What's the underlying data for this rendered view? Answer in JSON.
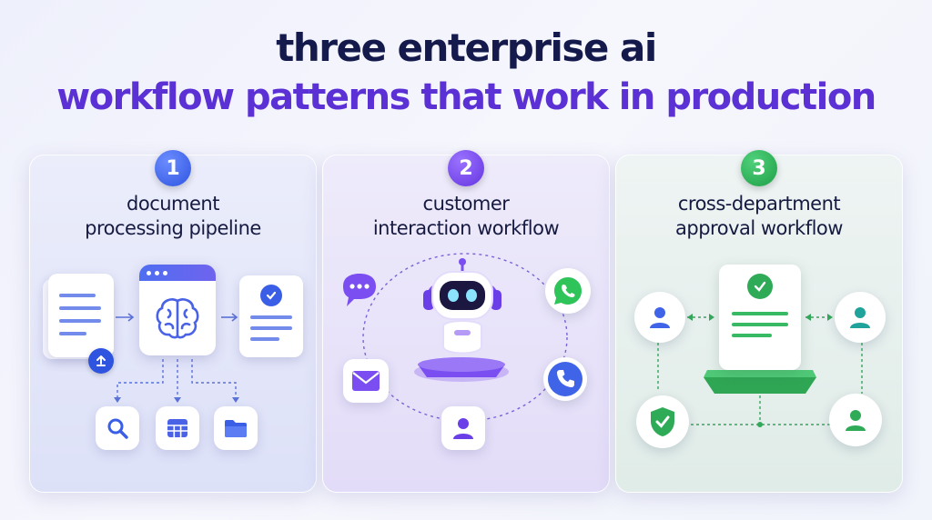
{
  "title": {
    "line1": "three enterprise ai",
    "line2": "workflow patterns that work in production"
  },
  "colors": {
    "title_dark": "#141a4b",
    "title_accent": "#5b31d6",
    "pattern1_accent": "#2f55e0",
    "pattern2_accent": "#6535e0",
    "pattern3_accent": "#1f9f47"
  },
  "patterns": [
    {
      "number": "1",
      "title_line1": "document",
      "title_line2": "processing pipeline",
      "icons": [
        "document-icon",
        "upload-icon",
        "ai-brain-icon",
        "verified-document-icon",
        "search-icon",
        "table-icon",
        "folder-icon"
      ]
    },
    {
      "number": "2",
      "title_line1": "customer",
      "title_line2": "interaction workflow",
      "icons": [
        "chat-bubble-icon",
        "ai-robot-icon",
        "whatsapp-icon",
        "email-icon",
        "phone-icon",
        "user-icon"
      ]
    },
    {
      "number": "3",
      "title_line1": "cross-department",
      "title_line2": "approval workflow",
      "icons": [
        "user-icon",
        "approved-document-icon",
        "user-icon",
        "shield-check-icon",
        "user-icon"
      ]
    }
  ]
}
